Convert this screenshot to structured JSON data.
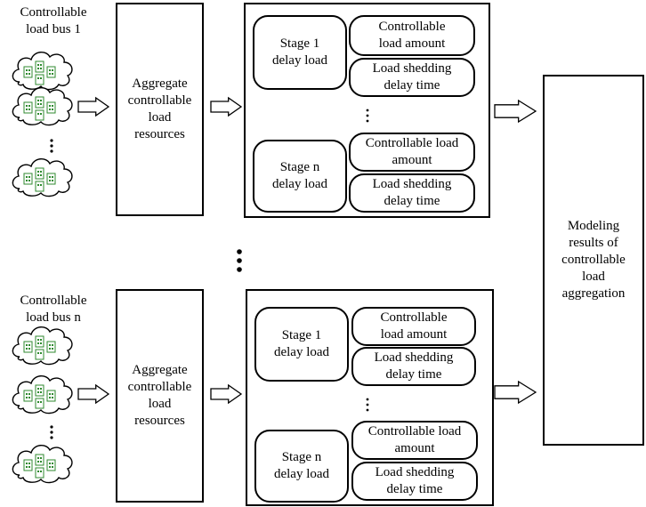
{
  "groups": [
    {
      "bus_label": "Controllable\nload bus 1",
      "aggregate_label": "Aggregate\ncontrollable\nload\nresources",
      "stage_first": {
        "stage_label": "Stage 1\ndelay load",
        "amount_label": "Controllable\nload amount",
        "time_label": "Load shedding\ndelay time"
      },
      "stage_last": {
        "stage_label": "Stage n\ndelay load",
        "amount_label": "Controllable load\namount",
        "time_label": "Load shedding\ndelay time"
      }
    },
    {
      "bus_label": "Controllable\nload bus n",
      "aggregate_label": "Aggregate\ncontrollable\nload\nresources",
      "stage_first": {
        "stage_label": "Stage 1\ndelay load",
        "amount_label": "Controllable\nload amount",
        "time_label": "Load shedding\ndelay time"
      },
      "stage_last": {
        "stage_label": "Stage n\ndelay load",
        "amount_label": "Controllable load\namount",
        "time_label": "Load shedding\ndelay time"
      }
    }
  ],
  "result_label": "Modeling\nresults of\ncontrollable\nload\naggregation",
  "icons": [
    "cloud-buildings-icon",
    "right-arrow-icon",
    "vertical-ellipsis-icon"
  ]
}
